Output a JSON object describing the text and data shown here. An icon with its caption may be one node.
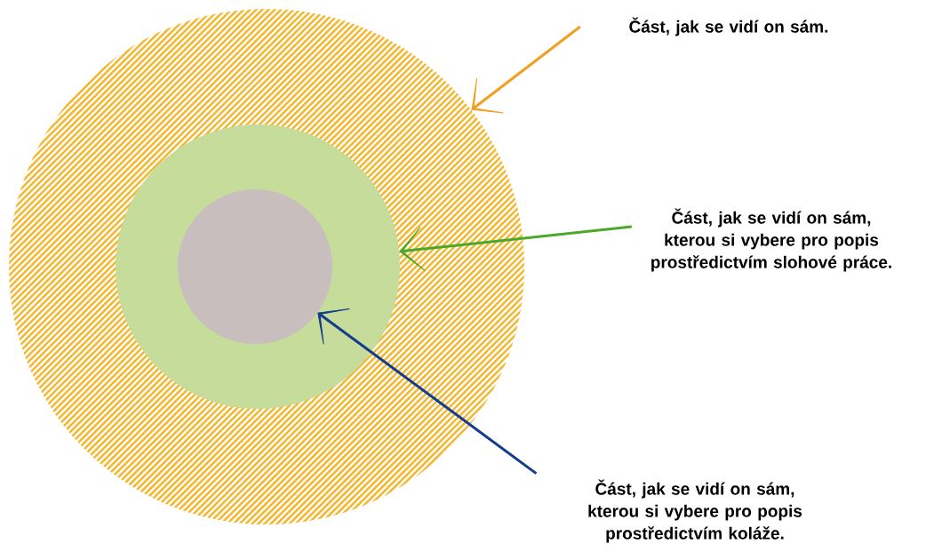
{
  "diagram": {
    "nodes": [
      {
        "text": [],
        "shape": "circle"
      },
      {
        "text": [],
        "shape": "circle",
        "in": 0
      },
      {
        "text": [],
        "shape": "circle",
        "in": 1
      },
      {
        "text": [
          "Část, jak se vidí on sám."
        ]
      },
      {
        "text": [
          "Část, jak se vidí on sám, kterou si vybere pro popis prostředictvím slohové práce."
        ]
      },
      {
        "text": [
          "Část, jak se vidí on sám, kterou si vybere pro popis prostředictvím koláže."
        ]
      }
    ],
    "edges": [
      {
        "from": 3,
        "to": 0,
        "arrow": "to",
        "color": "#f0a020"
      },
      {
        "from": 4,
        "to": 1,
        "arrow": "to",
        "color": "#4aa82a"
      },
      {
        "from": 5,
        "to": 2,
        "arrow": "to",
        "color": "#143c8c"
      }
    ]
  }
}
